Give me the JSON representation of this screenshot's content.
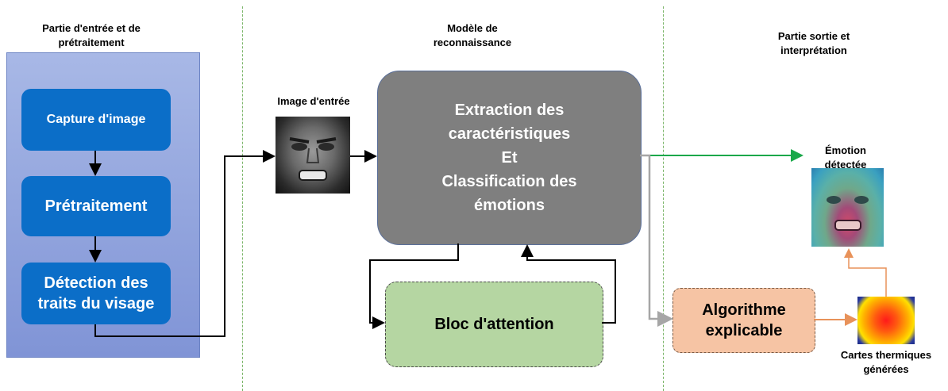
{
  "sections": {
    "input": "Partie d'entrée et de prétraitement",
    "model": "Modèle de reconnaissance",
    "output": "Partie sortie et interprétation"
  },
  "input_steps": [
    "Capture d'image",
    "Prétraitement",
    "Détection des traits du visage"
  ],
  "input_image_label": "Image d'entrée",
  "model_box": {
    "line1": "Extraction des",
    "line2": "caractéristiques",
    "line3": "Et",
    "line4": "Classification des",
    "line5": "émotions"
  },
  "attention_block": "Bloc d'attention",
  "explainable_algo": {
    "line1": "Algorithme",
    "line2": "explicable"
  },
  "detected_emotion_label": {
    "line1": "Émotion",
    "line2": "détectée"
  },
  "heatmaps_label": {
    "line1": "Cartes thermiques",
    "line2": "générées"
  },
  "colors": {
    "blue_step": "#0b6ec8",
    "model_gray": "#7f7f7f",
    "attention_green": "#b5d6a2",
    "xai_orange": "#f6c4a4",
    "arrow_green": "#1aa84a",
    "arrow_gray": "#a6a6a6",
    "arrow_orange": "#e8925a",
    "divider_green": "#7cb66a"
  }
}
